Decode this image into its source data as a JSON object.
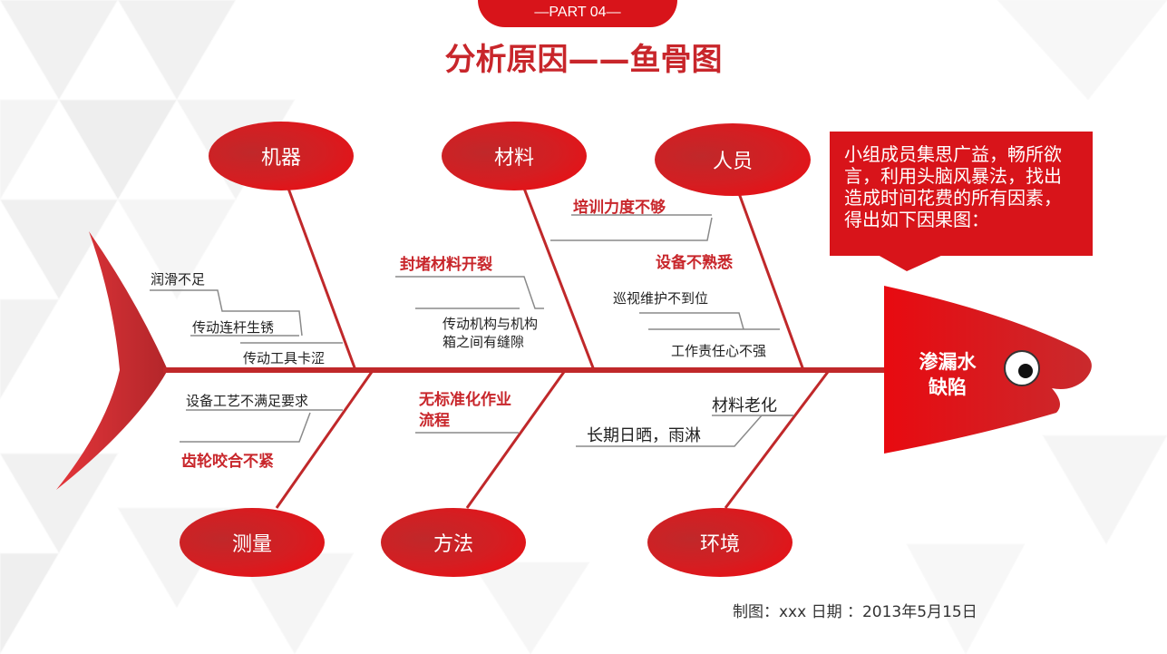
{
  "header": {
    "part_tab": "—PART 04—",
    "title": "分析原因——鱼骨图"
  },
  "categories": {
    "top": [
      "机器",
      "材料",
      "人员"
    ],
    "bottom": [
      "测量",
      "方法",
      "环境"
    ]
  },
  "effect": "渗漏水缺陷",
  "effect_lines": [
    "渗漏水",
    "缺陷"
  ],
  "causes": {
    "machine": [
      "润滑不足",
      "传动连杆生锈",
      "传动工具卡涩"
    ],
    "material": [
      "封堵材料开裂",
      "传动机构与机构",
      "箱之间有缝隙"
    ],
    "people": [
      "培训力度不够",
      "设备不熟悉",
      "巡视维护不到位",
      "工作责任心不强"
    ],
    "measure": [
      "设备工艺不满足要求",
      "齿轮咬合不紧"
    ],
    "method": [
      "无标准化作业",
      "流程"
    ],
    "environment": [
      "材料老化",
      "长期日晒，雨淋"
    ]
  },
  "callout": {
    "text": "小组成员集思广益，畅所欲言，利用头脑风暴法，找出造成时间花费的所有因素，得出如下因果图："
  },
  "footer": {
    "text": "制图：xxx 日期 ：2013年5月15日"
  },
  "colors": {
    "accent": "#d8141a",
    "title": "#c8262b",
    "bone": "#c0282a"
  }
}
